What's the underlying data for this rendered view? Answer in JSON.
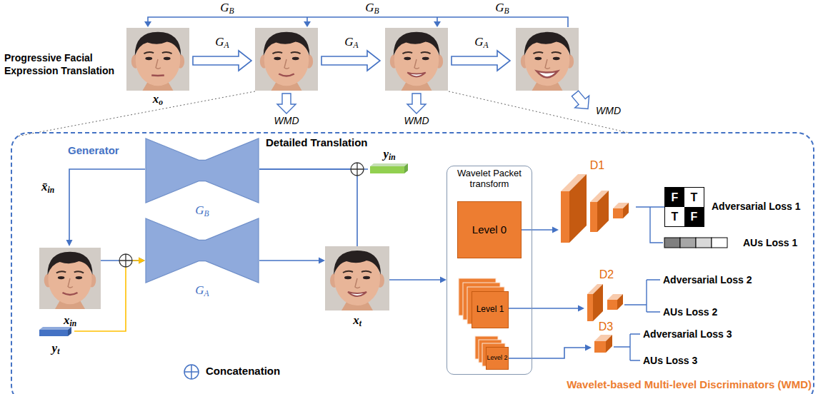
{
  "diagram": {
    "title": "Progressive Facial Expression Translation",
    "nodes": [
      {
        "text": [
          "Detailed Translation"
        ]
      },
      {
        "text": [
          "GB"
        ],
        "in": 0
      },
      {
        "text": [
          "xin"
        ],
        "in": 0
      },
      {
        "text": [
          "GA"
        ],
        "in": 0
      },
      {
        "text": [
          "yt"
        ],
        "in": 0
      },
      {
        "text": [
          "yin"
        ],
        "in": 0
      },
      {
        "text": [
          "xt"
        ],
        "in": 0
      },
      {
        "text": [
          "Wavelet Packet transform"
        ],
        "in": 0
      },
      {
        "text": [
          "Level 0"
        ],
        "in": 7
      },
      {
        "text": [
          "Level 1"
        ],
        "in": 7
      },
      {
        "text": [
          "Level 2"
        ],
        "in": 7
      },
      {
        "text": [
          "D1"
        ],
        "in": 0
      },
      {
        "text": [
          "F",
          "T",
          "T",
          "F"
        ],
        "in": 0
      },
      {
        "text": [
          "D2"
        ],
        "in": 0
      },
      {
        "text": [
          "D3"
        ],
        "in": 0
      }
    ],
    "edges": [
      {
        "from": 2,
        "to": 3,
        "arrow": "to"
      },
      {
        "from": 4,
        "to": 3,
        "arrow": "to"
      },
      {
        "from": 3,
        "to": 6,
        "arrow": "to"
      },
      {
        "from": 6,
        "to": 1,
        "arrow": "none"
      },
      {
        "from": 5,
        "to": 1,
        "arrow": "none"
      },
      {
        "from": 1,
        "to": 2,
        "label": "x̄in",
        "arrow": "to"
      },
      {
        "from": 6,
        "to": 7,
        "arrow": "to"
      },
      {
        "from": 8,
        "to": 11,
        "arrow": "to"
      },
      {
        "from": 9,
        "to": 13,
        "arrow": "to"
      },
      {
        "from": 10,
        "to": 14,
        "arrow": "to"
      },
      {
        "from": 11,
        "to": 12,
        "arrow": "none"
      }
    ],
    "labels": [
      "GB",
      "GB",
      "GB",
      "GA",
      "GA",
      "GA",
      "xo",
      "WMD",
      "WMD",
      "WMD",
      "Generator",
      "Adversarial Loss 1",
      "AUs Loss 1",
      "Adversarial Loss 2",
      "AUs Loss 2",
      "Adversarial Loss 3",
      "AUs Loss 3",
      "Wavelet-based Multi-level Discriminators (WMD)"
    ],
    "legend": [
      {
        "text": "Concatenation"
      }
    ]
  }
}
